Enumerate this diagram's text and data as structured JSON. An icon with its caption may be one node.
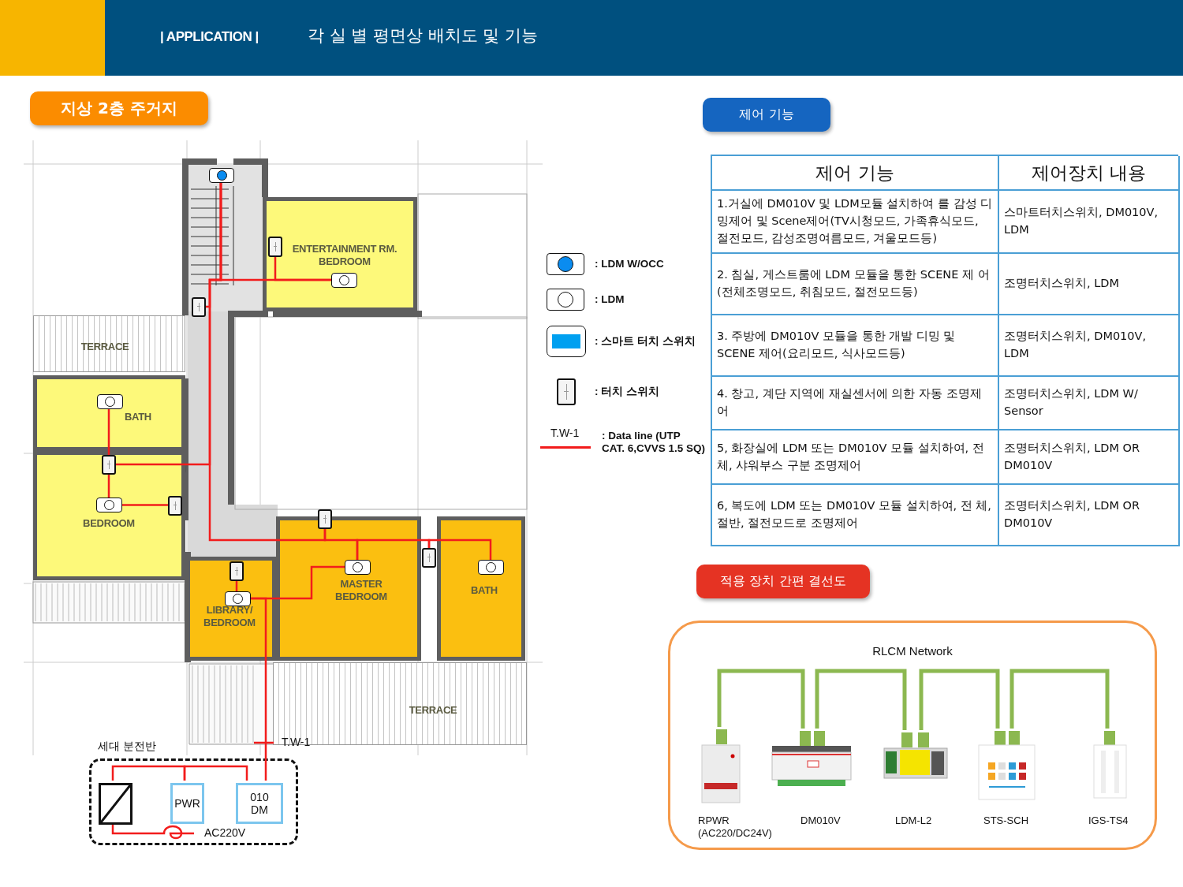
{
  "diagram": {
    "title": "각 실 별 평면상 배치도 및 기능",
    "nodes": [
      {
        "text": [
          "지상 2층 주거지"
        ]
      },
      {
        "text": [
          "제어 기능"
        ]
      },
      {
        "text": [],
        "shape": "box"
      },
      {
        "text": [
          "ENTERTAINMENT RM. BEDROOM"
        ]
      },
      {
        "text": [],
        "shape": "box",
        "in": 3
      },
      {
        "text": [],
        "shape": "box",
        "in": 3
      },
      {
        "text": [],
        "shape": "box"
      },
      {
        "text": [
          "TERRACE"
        ]
      },
      {
        "text": [
          "BATH"
        ]
      },
      {
        "text": [],
        "shape": "box",
        "in": 8
      },
      {
        "text": [
          "BEDROOM"
        ]
      },
      {
        "text": [],
        "shape": "box",
        "in": 10
      },
      {
        "text": [],
        "shape": "box",
        "in": 10
      },
      {
        "text": [],
        "shape": "box",
        "in": 10
      },
      {
        "text": [],
        "shape": "box"
      },
      {
        "text": [
          "MASTER BEDROOM"
        ]
      },
      {
        "text": [
          "BATH"
        ]
      },
      {
        "text": [],
        "shape": "box"
      },
      {
        "text": [],
        "shape": "box",
        "in": 15
      },
      {
        "text": [],
        "shape": "box",
        "in": 16
      },
      {
        "text": [
          "LIBRARY/ BEDROOM"
        ]
      },
      {
        "text": [],
        "shape": "box",
        "in": 20
      },
      {
        "text": [],
        "shape": "box",
        "in": 20
      },
      {
        "text": [
          "적용 장치 간편 결선도"
        ]
      },
      {
        "text": [
          "TERRACE"
        ]
      },
      {
        "text": [
          "RLCM Network"
        ]
      },
      {
        "text": [
          "세대 분전반"
        ]
      },
      {
        "text": [],
        "shape": "box",
        "in": 26
      },
      {
        "text": [
          "PWR"
        ],
        "in": 26
      },
      {
        "text": [
          "010 DM"
        ],
        "in": 26
      },
      {
        "text": [],
        "shape": "picture",
        "beside": [
          "RPWR (AC220/DC24V)"
        ],
        "in": 25
      },
      {
        "text": [],
        "shape": "picture",
        "beside": [
          "DM010V"
        ],
        "in": 25
      },
      {
        "text": [],
        "shape": "picture",
        "beside": [
          "LDM-L2"
        ],
        "in": 25
      },
      {
        "text": [],
        "shape": "picture",
        "beside": [
          "STS-SCH"
        ],
        "in": 25
      },
      {
        "text": [],
        "shape": "picture",
        "beside": [
          "IGS-TS4"
        ],
        "in": 25
      }
    ],
    "edges": [
      {
        "from": 2,
        "to": 5,
        "arrow": "none"
      },
      {
        "from": 4,
        "to": 5,
        "arrow": "none"
      },
      {
        "from": 6,
        "to": 2,
        "arrow": "none"
      },
      {
        "from": 2,
        "to": 11,
        "arrow": "none"
      },
      {
        "from": 9,
        "to": 11,
        "arrow": "none"
      },
      {
        "from": 11,
        "to": 12,
        "arrow": "none"
      },
      {
        "from": 12,
        "to": 13,
        "arrow": "none"
      },
      {
        "from": 2,
        "to": 14,
        "arrow": "none"
      },
      {
        "from": 14,
        "to": 18,
        "arrow": "none"
      },
      {
        "from": 18,
        "to": 17,
        "arrow": "none"
      },
      {
        "from": 17,
        "to": 19,
        "arrow": "none"
      },
      {
        "from": 21,
        "to": 22,
        "arrow": "none"
      },
      {
        "from": 22,
        "to": 18,
        "arrow": "none"
      },
      {
        "from": 29,
        "to": 22,
        "arrow": "none"
      },
      {
        "from": 27,
        "to": 28,
        "arrow": "none"
      },
      {
        "from": 28,
        "to": 29,
        "arrow": "none"
      },
      {
        "from": 30,
        "to": 31,
        "arrow": "none",
        "style": "thick",
        "color": "#8cb850"
      },
      {
        "from": 31,
        "to": 32,
        "arrow": "none",
        "style": "thick",
        "color": "#8cb850"
      },
      {
        "from": 32,
        "to": 33,
        "arrow": "none",
        "style": "thick",
        "color": "#8cb850"
      },
      {
        "from": 33,
        "to": 34,
        "arrow": "none",
        "style": "thick",
        "color": "#8cb850"
      }
    ],
    "labels": [
      "| APPLICATION |",
      "제어 기능",
      "제어장치 내용",
      "1.거실에 DM010V 및 LDM모듈 설치하여 를 감성 디밍제어 및 Scene제어(TV시청모드, 가족휴식모드, 절전모드, 감성조명여름모드, 겨울모드등)",
      "스마트터치스위치, DM010V, LDM",
      "2. 침실, 게스트룸에 LDM 모듈을 통한 SCENE 제 어 (전체조명모드, 취침모드, 절전모드등)",
      "조명터치스위치, LDM",
      "3. 주방에 DM010V 모듈을 통한 개발 디밍 및 SCENE 제어(요리모드, 식사모드등)",
      "조명터치스위치, DM010V, LDM",
      "4. 창고, 계단 지역에 재실센서에 의한 자동 조명제 어",
      "조명터치스위치, LDM W/ Sensor",
      "5, 화장실에 LDM 또는 DM010V 모듈 설치하여, 전 체, 샤워부스 구분 조명제어",
      "조명터치스위치, LDM OR DM010V",
      "6, 복도에 LDM 또는 DM010V 모듈 설치하여, 전 체, 절반, 절전모드로 조명제어",
      "조명터치스위치, LDM OR DM010V",
      "T.W-1",
      "T.W-1",
      "AC220V"
    ],
    "legend": [
      {
        "text": ": LDM W/OCC"
      },
      {
        "text": ": LDM"
      },
      {
        "text": ": 스마트 터치 스위치"
      },
      {
        "text": ": 터치 스위치"
      },
      {
        "text": ": Data line (UTP CAT. 6,CVVS 1.5 SQ)"
      }
    ]
  }
}
